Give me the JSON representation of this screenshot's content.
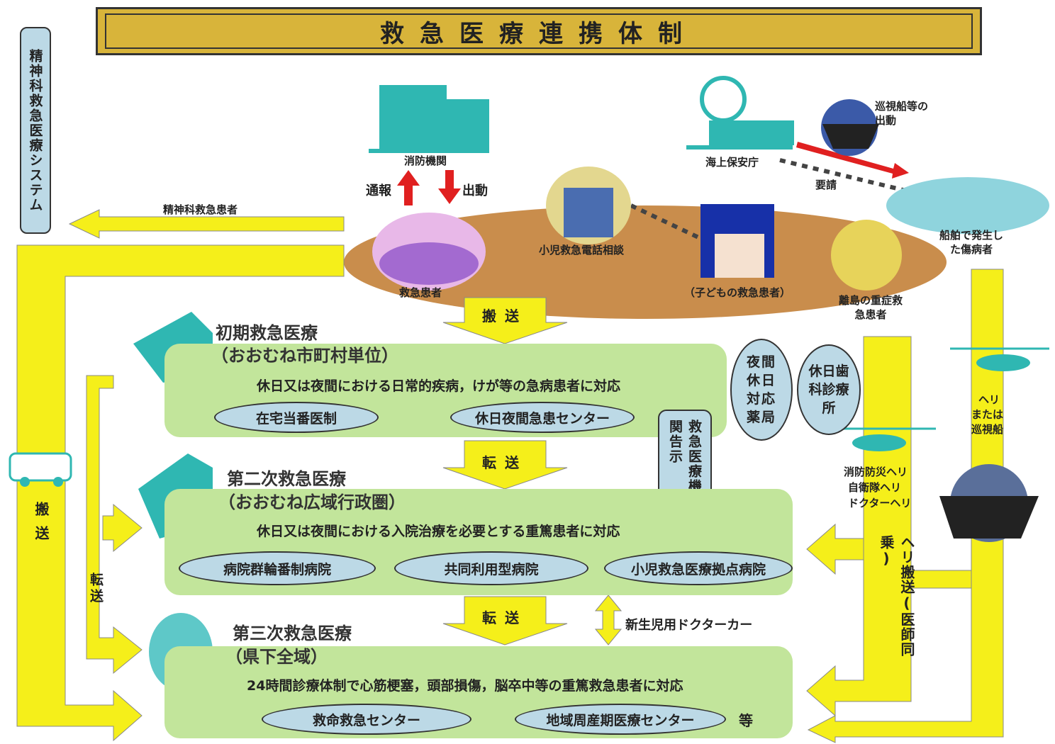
{
  "title": "救急医療連携体制",
  "left_vertical": "精神科救急医療システム",
  "psych_arrow_label": "精神科救急患者",
  "scene": {
    "fire_dept": "消防機関",
    "report": "通報",
    "dispatch": "出動",
    "emergency_patient": "救急患者",
    "pediatric_phone": "小児救急電話相談",
    "child_patient": "（子どもの救急患者）",
    "coast_guard": "海上保安庁",
    "request": "要請",
    "patrol_ship_dispatch": "巡視船等の出動",
    "ship_patient": "船舶で発生した傷病者",
    "island_patient": "離島の重症救急患者"
  },
  "transport_label": "搬送",
  "transfer_label": "転送",
  "primary": {
    "title": "初期救急医療",
    "subtitle": "（おおむね市町村単位）",
    "desc": "休日又は夜間における日常的疾病，けが等の急病患者に対応",
    "ovals": [
      "在宅当番医制",
      "休日夜間急患センター"
    ]
  },
  "night_pharmacy": "夜間休日対応薬局",
  "holiday_dental": "休日歯科診療所",
  "medical_info": "救急医療機関告示",
  "secondary": {
    "title": "第二次救急医療",
    "subtitle": "（おおむね広域行政圏）",
    "desc": "休日又は夜間における入院治療を必要とする重篤患者に対応",
    "ovals": [
      "病院群輪番制病院",
      "共同利用型病院",
      "小児救急医療拠点病院"
    ]
  },
  "neonatal_car": "新生児用ドクターカー",
  "tertiary": {
    "title": "第三次救急医療",
    "subtitle": "（県下全域）",
    "desc": "24時間診療体制で心筋梗塞，頭部損傷，脳卒中等の重篤救急患者に対応",
    "ovals": [
      "救命救急センター",
      "地域周産期医療センター"
    ],
    "etc": "等"
  },
  "left_transport": "搬送",
  "left_transfer": "転送",
  "heli_labels": "消防防災ヘリ自衛隊ヘリドクターヘリ",
  "heli_line1": "消防防災ヘリ",
  "heli_line2": "自衛隊ヘリ",
  "heli_line3": "ドクターヘリ",
  "heli_transport": "ヘリ搬送(医師同乗)",
  "heli_or_ship_1": "ヘリ",
  "heli_or_ship_2": "または",
  "heli_or_ship_3": "巡視船",
  "colors": {
    "title_bar": "#d8b43a",
    "arrow_yellow": "#f5ef1a",
    "green_box": "#c2e59b",
    "oval_blue": "#bcd9e6",
    "brown_ellipse": "#c98d4c",
    "red_arrow": "#e02020"
  }
}
